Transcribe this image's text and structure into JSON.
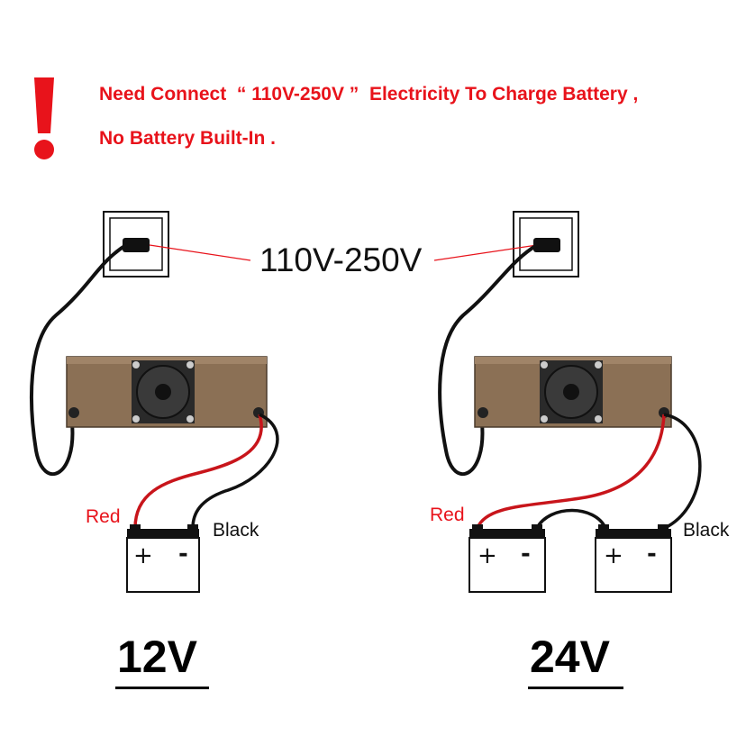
{
  "warning": {
    "line1": "Need Connect  “ 110V-250V ”  Electricity To Charge Battery ,",
    "line2": "No Battery Built-In ."
  },
  "voltage_label": "110V-250V",
  "left_setup": {
    "red_label": "Red",
    "black_label": "Black",
    "battery_plus": "+",
    "battery_minus": "-",
    "voltage": "12V"
  },
  "right_setup": {
    "red_label": "Red",
    "black_label": "Black",
    "battery1_plus": "+",
    "battery1_minus": "-",
    "battery2_plus": "+",
    "battery2_minus": "-",
    "voltage": "24V"
  },
  "colors": {
    "warning": "#e8131b",
    "red_wire": "#c8151b",
    "black_wire": "#111111",
    "charger_body": "#8b7055"
  }
}
